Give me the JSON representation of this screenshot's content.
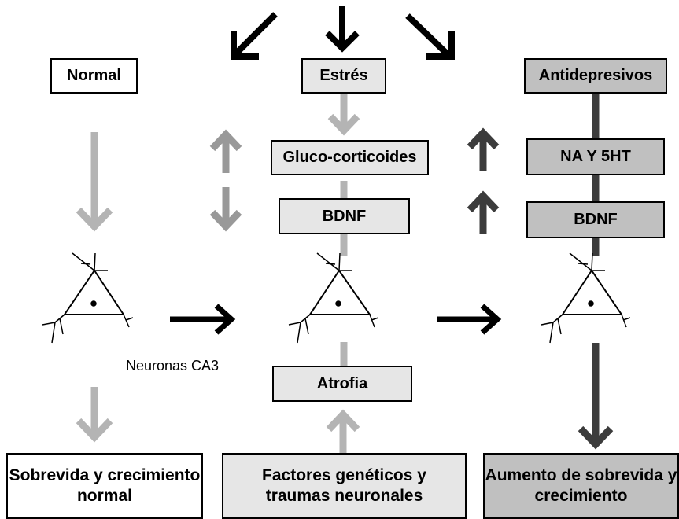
{
  "boxes": {
    "normal": "Normal",
    "estres": "Estrés",
    "antidepresivos": "Antidepresivos",
    "glucocorticoides": "Gluco-corticoides",
    "bdnf_center": "BDNF",
    "na_5ht": "NA Y 5HT",
    "bdnf_right": "BDNF",
    "atrofia": "Atrofia",
    "bottom_left": "Sobrevida y crecimiento\nnormal",
    "bottom_center": "Factores genéticos y\ntraumas neuronales",
    "bottom_right": "Aumento de sobrevida y\ncrecimiento"
  },
  "labels": {
    "neuronas": "Neuronas CA3"
  },
  "colors": {
    "black": "#000000",
    "light_gray_arrow": "#b4b4b4",
    "mid_gray_arrow": "#999999",
    "dark_gray": "#3c3c3c",
    "box_light": "#e6e6e6",
    "box_mid": "#c0c0c0"
  }
}
